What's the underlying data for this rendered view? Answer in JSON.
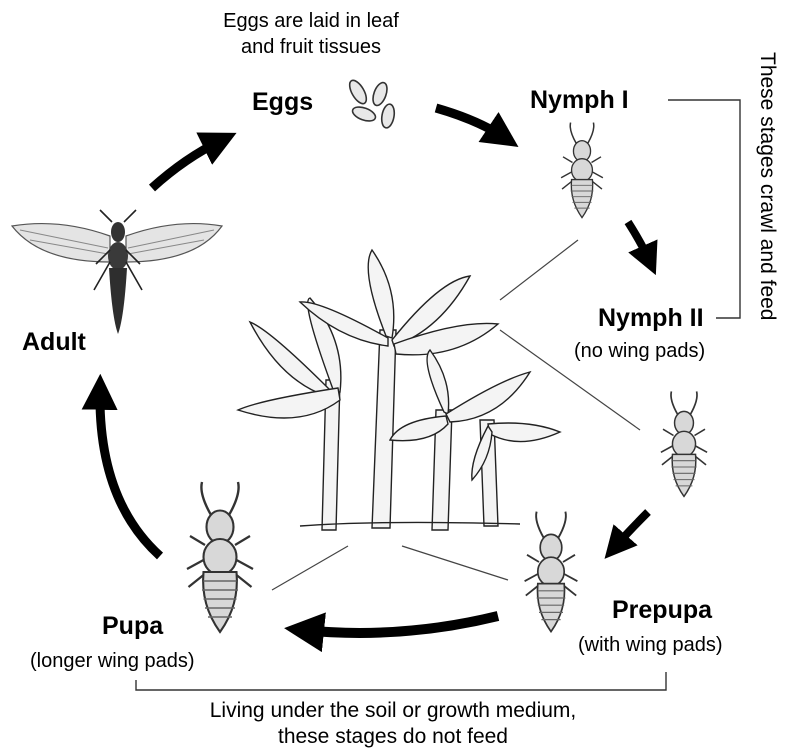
{
  "stages": {
    "eggs": {
      "label": "Eggs"
    },
    "nymph1": {
      "label": "Nymph I"
    },
    "nymph2": {
      "label": "Nymph II",
      "note": "(no wing pads)"
    },
    "prepupa": {
      "label": "Prepupa",
      "note": "(with wing pads)"
    },
    "pupa": {
      "label": "Pupa",
      "note": "(longer wing pads)"
    },
    "adult": {
      "label": "Adult"
    }
  },
  "notes": {
    "eggs_line1": "Eggs are laid in leaf",
    "eggs_line2": "and fruit tissues",
    "feeding": "These stages crawl and feed",
    "soil_line1": "Living under the soil or growth medium,",
    "soil_line2": "these stages do not feed"
  },
  "colors": {
    "ink": "#000000",
    "line": "#444444",
    "body": "#d8d8d8"
  }
}
